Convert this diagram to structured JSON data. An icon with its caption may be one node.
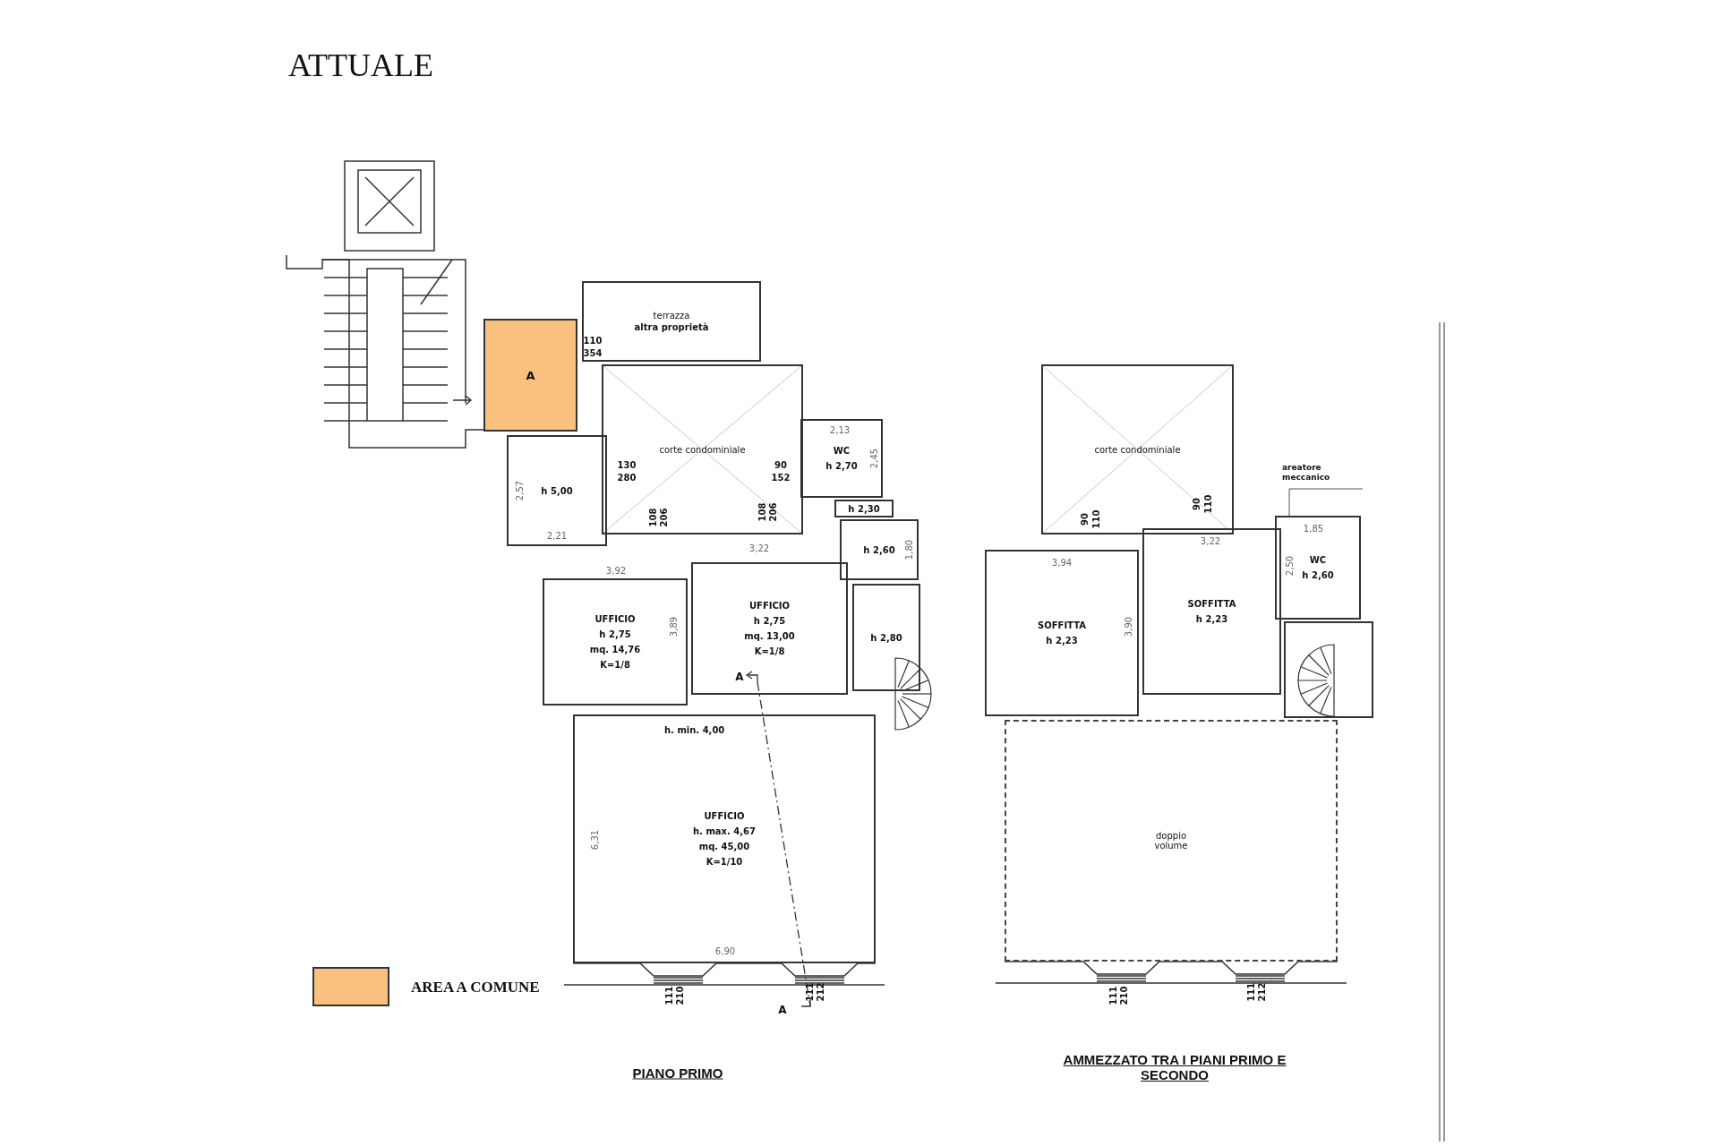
{
  "diagram": {
    "title": "ATTUALE",
    "nodes": [
      {
        "text": [
          "A"
        ]
      },
      {
        "text": [
          "terrazza",
          "altra proprietà"
        ]
      },
      {
        "text": [
          "corte condominiale"
        ]
      },
      {
        "text": [
          "WC",
          "h 2,70"
        ]
      },
      {
        "text": [
          "h 5,00"
        ]
      },
      {
        "text": [
          "h 2,30"
        ]
      },
      {
        "text": [
          "h 2,60"
        ]
      },
      {
        "text": [
          "UFFICIO",
          "h 2,75",
          "mq. 14,76",
          "K=1/8"
        ]
      },
      {
        "text": [
          "UFFICIO",
          "h 2,75",
          "mq. 13,00",
          "K=1/8"
        ]
      },
      {
        "text": [
          "h 2,80"
        ]
      },
      {
        "text": [
          "h. min. 4,00",
          "UFFICIO",
          "h. max. 4,67",
          "mq. 45,00",
          "K=1/10"
        ]
      },
      {
        "text": [
          "corte condominiale"
        ]
      },
      {
        "text": [
          "areatore meccanico"
        ]
      },
      {
        "text": [
          "WC",
          "h 2,60"
        ]
      },
      {
        "text": [
          "SOFFITTA",
          "h 2,23"
        ]
      },
      {
        "text": [
          "SOFFITTA",
          "h 2,23"
        ]
      },
      {
        "text": [],
        "shape": "box"
      },
      {
        "text": [
          "doppio volume"
        ]
      }
    ],
    "edges": [
      {
        "from": 12,
        "to": 13,
        "arrow": "none"
      }
    ],
    "labels": [
      "110",
      "354",
      "130",
      "280",
      "90",
      "152",
      "2,13",
      "2,45",
      "2,57",
      "2,21",
      "108",
      "206",
      "108",
      "206",
      "1,80",
      "3,22",
      "3,92",
      "3,89",
      "A",
      "6,31",
      "6,90",
      "111",
      "210",
      "111",
      "212",
      "A",
      "PIANO PRIMO",
      "90",
      "110",
      "90",
      "110",
      "3,94",
      "3,22",
      "3,90",
      "1,85",
      "2,50",
      "111",
      "210",
      "111",
      "212",
      "AMMEZZATO TRA I PIANI PRIMO E SECONDO"
    ],
    "legend": [
      {
        "text": "AREA A COMUNE",
        "color": "#f9c07f"
      }
    ]
  }
}
